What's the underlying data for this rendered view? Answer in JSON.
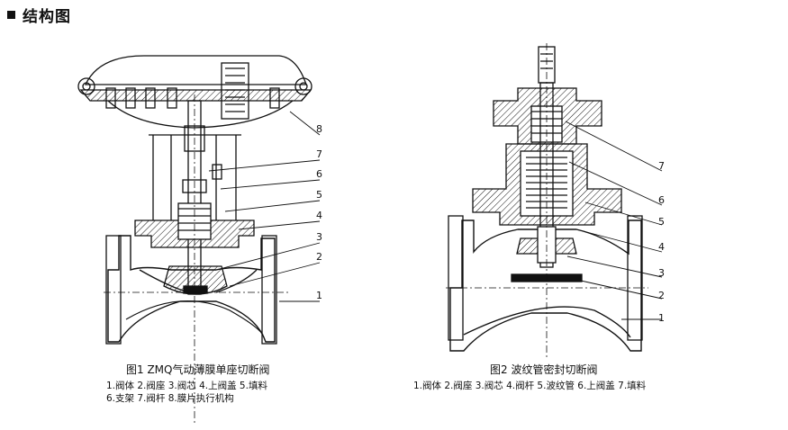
{
  "header": {
    "title": "结构图"
  },
  "figure1": {
    "caption": "图1  ZMQ气动薄膜单座切断阀",
    "legend_line1": "1.阀体  2.阀座  3.阀芯  4.上阀盖  5.填料",
    "legend_line2": "6.支架  7.阀杆  8.膜片执行机构",
    "callouts": [
      "1",
      "2",
      "3",
      "4",
      "5",
      "6",
      "7",
      "8"
    ]
  },
  "figure2": {
    "caption": "图2  波纹管密封切断阀",
    "legend_line1": "1.阀体  2.阀座  3.阀芯  4.阀杆  5.波纹管  6.上阀盖  7.填料",
    "callouts": [
      "7",
      "6",
      "5",
      "4",
      "3",
      "2",
      "1"
    ]
  }
}
